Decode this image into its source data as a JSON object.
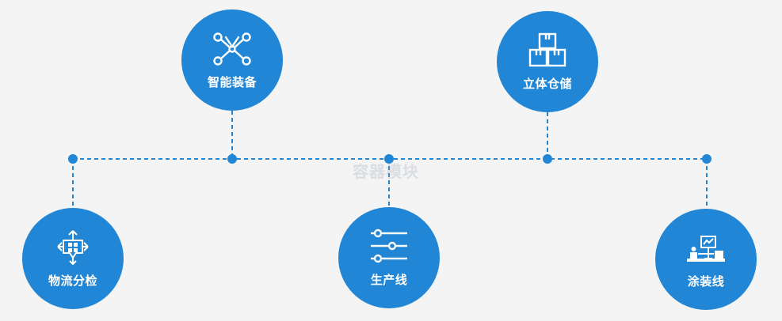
{
  "nodes": [
    {
      "label": "智能装备",
      "icon": "robot-arm-icon"
    },
    {
      "label": "立体仓储",
      "icon": "stacked-boxes-icon"
    },
    {
      "label": "物流分检",
      "icon": "sorting-arrows-icon"
    },
    {
      "label": "生产线",
      "icon": "sliders-icon"
    },
    {
      "label": "涂装线",
      "icon": "paint-line-machine-icon"
    }
  ],
  "watermark": "容器模块",
  "colors": {
    "node": "#2186d6",
    "line": "#2186d6",
    "background": "#f4f4f4"
  }
}
